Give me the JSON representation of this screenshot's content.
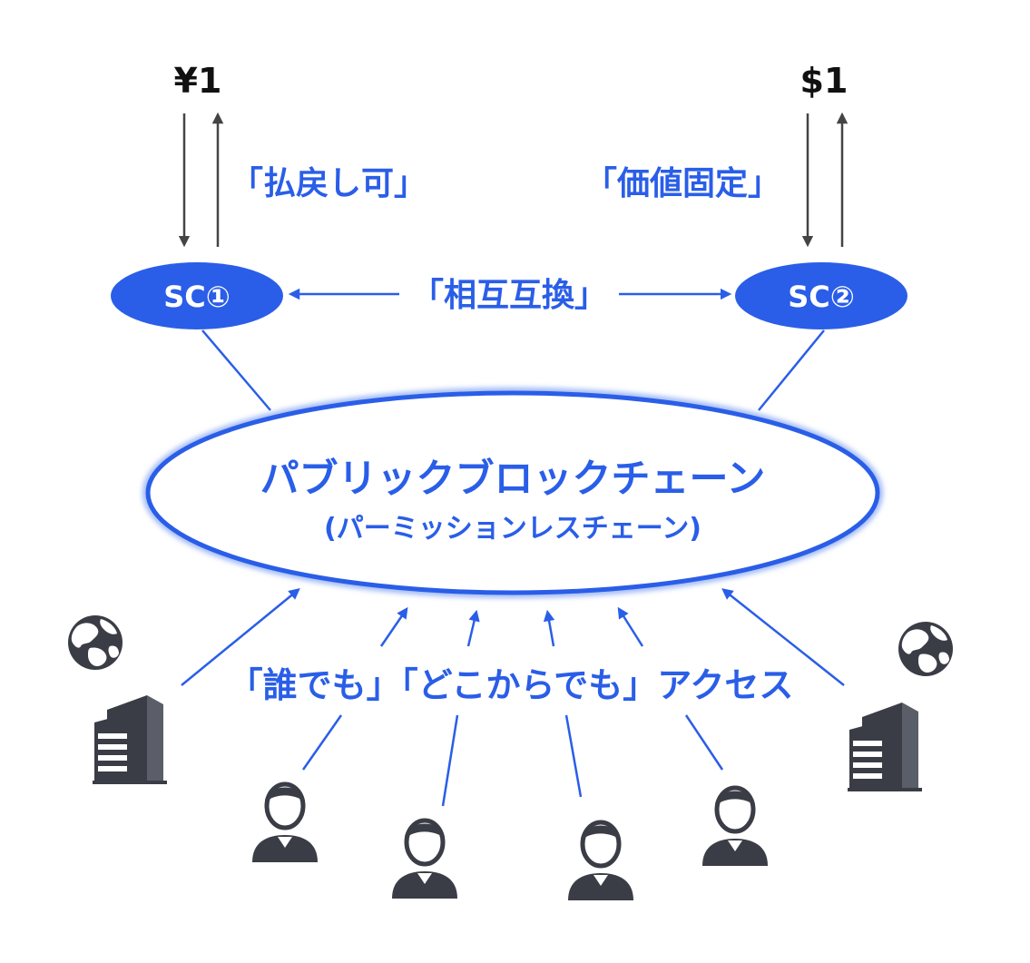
{
  "currency_left": "¥1",
  "currency_right": "$1",
  "feature_left": "「払戻し可」",
  "feature_right": "「価値固定」",
  "exchange_label": "「相互互換」",
  "node_left": "SC①",
  "node_right": "SC②",
  "chain_title": "パブリックブロックチェーン",
  "chain_subtitle": "(パーミッションレスチェーン)",
  "access_label": "「誰でも」「どこからでも」アクセス",
  "colors": {
    "blue": "#2a5ee8",
    "arrow_gray": "#444444",
    "icon_dark": "#3a3d45"
  },
  "icons": [
    "globe-icon",
    "building-icon",
    "person-icon"
  ]
}
